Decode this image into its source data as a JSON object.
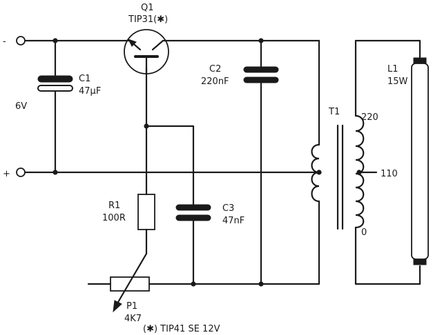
{
  "terminals": {
    "negative": "-",
    "positive": "+"
  },
  "source": {
    "voltage": "6V"
  },
  "Q1": {
    "ref": "Q1",
    "part": "TIP31(✱)"
  },
  "C1": {
    "ref": "C1",
    "value": "47µF"
  },
  "C2": {
    "ref": "C2",
    "value": "220nF"
  },
  "C3": {
    "ref": "C3",
    "value": "47nF"
  },
  "R1": {
    "ref": "R1",
    "value": "100R"
  },
  "P1": {
    "ref": "P1",
    "value": "4K7"
  },
  "T1": {
    "ref": "T1",
    "tap_top": "220",
    "tap_mid": "110",
    "tap_bottom": "0"
  },
  "L1": {
    "ref": "L1",
    "value": "15W"
  },
  "footnote": "(✱) TIP41 SE 12V"
}
